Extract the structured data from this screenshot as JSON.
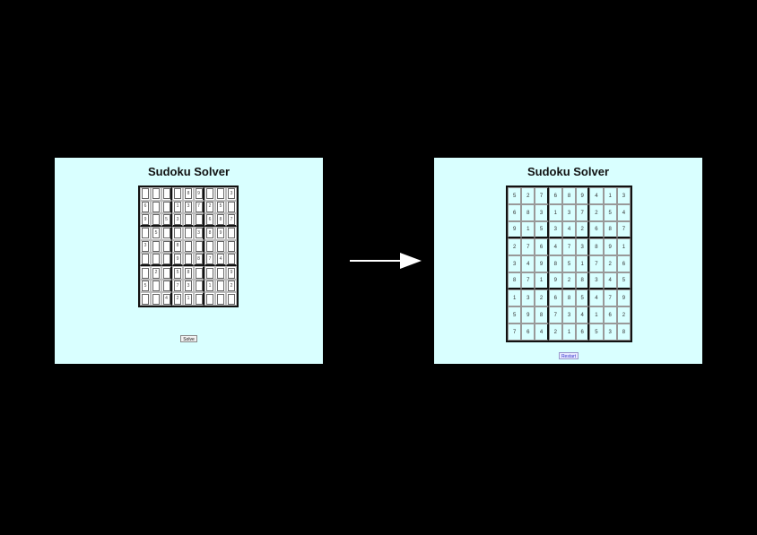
{
  "left_panel": {
    "title": "Sudoku Solver",
    "button_label": "Solve",
    "grid": [
      [
        "",
        "",
        "",
        "",
        "8",
        "9",
        "",
        "",
        "3"
      ],
      [
        "6",
        "",
        "",
        "1",
        "3",
        "7",
        "2",
        "5",
        ""
      ],
      [
        "9",
        "",
        "5",
        "3",
        "",
        "",
        "6",
        "8",
        "7"
      ],
      [
        "",
        "5",
        "",
        "",
        "",
        "3",
        "8",
        "9",
        ""
      ],
      [
        "3",
        "",
        "",
        "8",
        "",
        "",
        "",
        "",
        ""
      ],
      [
        "",
        "",
        "",
        "9",
        "",
        "8",
        "7",
        "4",
        ""
      ],
      [
        "",
        "2",
        "",
        "5",
        "8",
        "",
        "",
        "",
        "9"
      ],
      [
        "5",
        "",
        "",
        "7",
        "3",
        "",
        "1",
        "",
        "2"
      ],
      [
        "",
        "",
        "4",
        "2",
        "1",
        "",
        "",
        "",
        ""
      ]
    ]
  },
  "right_panel": {
    "title": "Sudoku Solver",
    "button_label": "Restart",
    "grid": [
      [
        "5",
        "2",
        "7",
        "6",
        "8",
        "9",
        "4",
        "1",
        "3"
      ],
      [
        "6",
        "8",
        "3",
        "1",
        "3",
        "7",
        "2",
        "5",
        "4"
      ],
      [
        "9",
        "1",
        "5",
        "3",
        "4",
        "2",
        "6",
        "8",
        "7"
      ],
      [
        "2",
        "7",
        "6",
        "4",
        "7",
        "3",
        "8",
        "9",
        "1"
      ],
      [
        "3",
        "4",
        "9",
        "8",
        "5",
        "1",
        "7",
        "2",
        "6"
      ],
      [
        "8",
        "7",
        "1",
        "9",
        "2",
        "8",
        "3",
        "4",
        "5"
      ],
      [
        "1",
        "3",
        "2",
        "6",
        "8",
        "5",
        "4",
        "7",
        "9"
      ],
      [
        "5",
        "9",
        "8",
        "7",
        "3",
        "4",
        "1",
        "6",
        "2"
      ],
      [
        "7",
        "6",
        "4",
        "2",
        "1",
        "6",
        "5",
        "3",
        "8"
      ]
    ]
  },
  "arrow": {
    "icon": "right-arrow-icon",
    "color": "#ffffff"
  },
  "colors": {
    "background": "#000000",
    "panel": "#d9ffff"
  }
}
